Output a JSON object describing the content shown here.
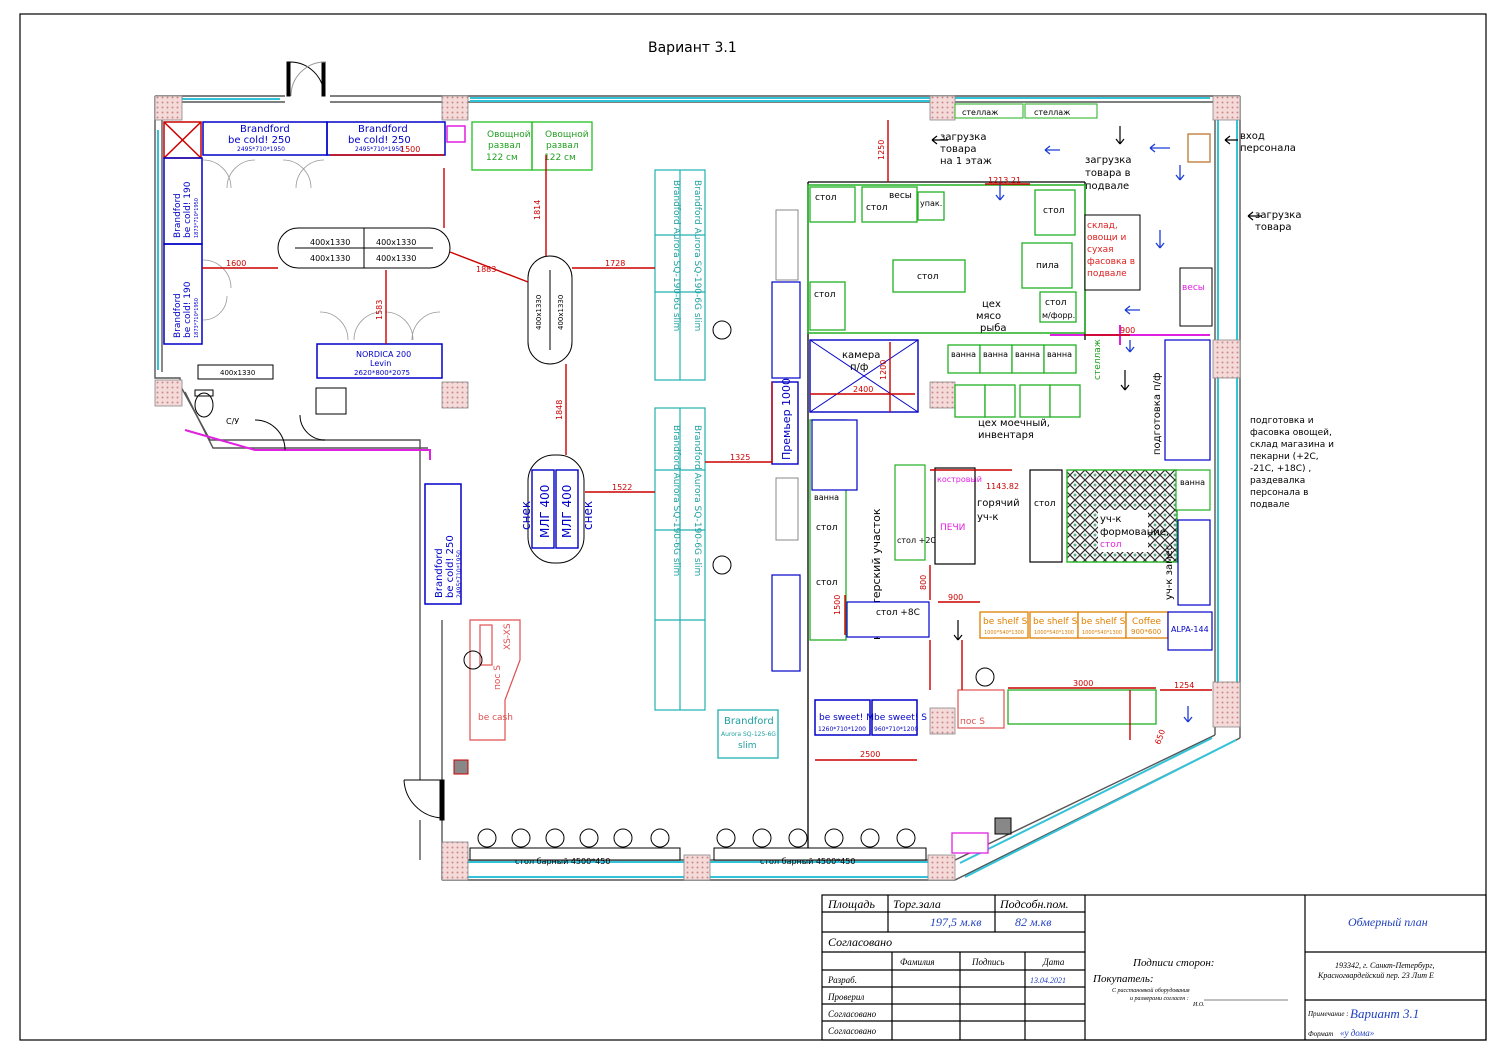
{
  "title": "Вариант 3.1",
  "fridges": {
    "top1": {
      "name": "Brandford",
      "model": "be cold! 250",
      "size": "2495*710*1950"
    },
    "top2": {
      "name": "Brandford",
      "model": "be cold! 250",
      "size": "2495*710*1950"
    },
    "left1": {
      "name": "Brandford",
      "model": "be cold! 190",
      "size": "1873*710*1950"
    },
    "left2": {
      "name": "Brandford",
      "model": "be cold! 190",
      "size": "1873*710*1950"
    },
    "mid": {
      "name": "Brandford",
      "model": "be cold! 250",
      "size": "2495*710*1950"
    },
    "nordica": {
      "name": "NORDICA 200",
      "model": "Levin",
      "size": "2620*800*2075"
    },
    "aurora_small": {
      "name": "Brandford",
      "model": "Aurora SQ-125-6G",
      "extra": "slim"
    },
    "aurora_col": "Brandford Aurora SQ-190-6G slim",
    "veg1": {
      "line1": "Овощной",
      "line2": "развал",
      "line3": "122 см"
    },
    "veg2": {
      "line1": "Овощной",
      "line2": "развал",
      "line3": "122 см"
    }
  },
  "islands": {
    "a": "400x1330",
    "b": "400x1330",
    "c": "400x1330",
    "d": "400x1330"
  },
  "mlg": {
    "a": "МЛГ 400",
    "b": "МЛГ 400",
    "snack": "снек"
  },
  "dims": {
    "d1600": "1600",
    "d1500": "1500",
    "d1814": "1814",
    "d1883": "1883",
    "d1728": "1728",
    "d1583": "1583",
    "d1848": "1848",
    "d1522": "1522",
    "d1325": "1325",
    "d1250": "1250",
    "d1213": "1213.21",
    "d2400": "2400",
    "d1200": "1200",
    "d1143": "1143.82",
    "d900a": "900",
    "d900b": "900",
    "d800": "800",
    "d1500b": "1500",
    "d3000": "3000",
    "d1254": "1254",
    "d2500": "2500",
    "d650": "650"
  },
  "rooms": {
    "loading1": "загрузка товара на 1 этаж",
    "loading_basement": "загрузка товара в подвале",
    "staff_entry": "вход персонала",
    "loading_goods": "загрузка товара",
    "stock": "склад, овощи и сухая фасовка в подвале",
    "meat": "цех мясо рыба",
    "camera": "камера п/ф",
    "wash": "цех моечный, инвентаря",
    "confect": "кондитерский участок",
    "hot": "горячий уч-к",
    "forming": "уч-к формование",
    "prep": "подготовка п/ф",
    "dough": "уч-к замес.",
    "premier": "Премьер 1000 у",
    "basement_note": "подготовка и фасовка овощей, склад магазина и пекарни (+2С, -21С, +18С), раздевалка персонала в подвале",
    "wc": "С/У",
    "rack1": "стеллаж",
    "rack2": "стеллаж",
    "rack3": "стеллаж"
  },
  "kitchen": {
    "stol": "стол",
    "vesy": "весы",
    "upak": "упак.",
    "pila": "пила",
    "mufor": "м/форр.",
    "vanna": "ванна",
    "kostr": "костровый",
    "pechi": "ПЕЧИ",
    "stol2": "стол +2С",
    "stol8": "стол +8С"
  },
  "shelves": {
    "s1": "be shelf S",
    "s2": "be shelf S",
    "s3": "be shelf S",
    "coffee": "Coffee",
    "coffee_size": "900*600",
    "sweet1": "be sweet! M",
    "sweet1_size": "1260*710*1200",
    "sweet2": "be sweet! S",
    "sweet2_size": "960*710*1200",
    "shelf_size": "1000*540*1300",
    "alpa": "ALPA-144"
  },
  "cash": {
    "c1": "be cash",
    "c2": "пос S",
    "c3": "XS-XS",
    "c4": "пос S",
    "bar1": "стол барный 4500*450",
    "bar2": "стол барный 4500*450"
  },
  "titleblock": {
    "area_h": "Площадь",
    "trade_h": "Торг.зала",
    "aux_h": "Подсобн.пом.",
    "trade_v": "197,5 м.кв",
    "aux_v": "82 м.кв",
    "agreed": "Согласовано",
    "col_name": "Фамилия",
    "col_sign": "Подпись",
    "col_date": "Дата",
    "r1": "Разраб.",
    "r1_date": "13.04.2021",
    "r2": "Проверил",
    "r3": "Согласовано",
    "r4": "Согласовано",
    "parties": "Подписи сторон:",
    "buyer": "Покупатель:",
    "buyer_note1": "С расстановкой оборудования",
    "buyer_note2": "и размерами согласен :",
    "buyer_note3": "И.О.",
    "plan_title": "Обмерный план",
    "addr1": "193342, г. Санкт-Петербург,",
    "addr2": "Красногвардейский пер. 23 Лит Е",
    "note_label": "Примечание :",
    "variant": "Вариант 3.1",
    "format_label": "Формат",
    "format_val": "«у дома»"
  }
}
